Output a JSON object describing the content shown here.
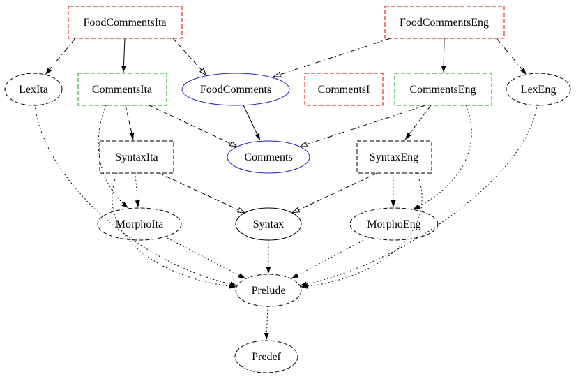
{
  "diagram": {
    "kind": "module-dependency-graph",
    "colors": {
      "red": "#dd0000",
      "green": "#00aa00",
      "blue": "#2020cc",
      "black": "#000000"
    },
    "nodes": {
      "foodCommentsIta": {
        "label": "FoodCommentsIta",
        "shape": "rect",
        "borderStyle": "dashed",
        "borderColor": "#dd0000"
      },
      "foodCommentsEng": {
        "label": "FoodCommentsEng",
        "shape": "rect",
        "borderStyle": "dashed",
        "borderColor": "#dd0000"
      },
      "lexIta": {
        "label": "LexIta",
        "shape": "ellipse",
        "borderStyle": "dashed",
        "borderColor": "#000000"
      },
      "commentsIta": {
        "label": "CommentsIta",
        "shape": "rect",
        "borderStyle": "dashed",
        "borderColor": "#00aa00"
      },
      "foodComments": {
        "label": "FoodComments",
        "shape": "ellipse",
        "borderStyle": "solid",
        "borderColor": "#2020cc"
      },
      "commentsI": {
        "label": "CommentsI",
        "shape": "rect",
        "borderStyle": "dashed",
        "borderColor": "#dd0000"
      },
      "commentsEng": {
        "label": "CommentsEng",
        "shape": "rect",
        "borderStyle": "dashed",
        "borderColor": "#00aa00"
      },
      "lexEng": {
        "label": "LexEng",
        "shape": "ellipse",
        "borderStyle": "dashed",
        "borderColor": "#000000"
      },
      "syntaxIta": {
        "label": "SyntaxIta",
        "shape": "rect",
        "borderStyle": "dashed",
        "borderColor": "#000000"
      },
      "comments": {
        "label": "Comments",
        "shape": "ellipse",
        "borderStyle": "solid",
        "borderColor": "#2020cc"
      },
      "syntaxEng": {
        "label": "SyntaxEng",
        "shape": "rect",
        "borderStyle": "dashed",
        "borderColor": "#000000"
      },
      "morphoIta": {
        "label": "MorphoIta",
        "shape": "ellipse",
        "borderStyle": "dashed",
        "borderColor": "#000000"
      },
      "syntax": {
        "label": "Syntax",
        "shape": "ellipse",
        "borderStyle": "solid",
        "borderColor": "#000000"
      },
      "morphoEng": {
        "label": "MorphoEng",
        "shape": "ellipse",
        "borderStyle": "dashed",
        "borderColor": "#000000"
      },
      "prelude": {
        "label": "Prelude",
        "shape": "ellipse",
        "borderStyle": "dashed",
        "borderColor": "#000000"
      },
      "predef": {
        "label": "Predef",
        "shape": "ellipse",
        "borderStyle": "dashed",
        "borderColor": "#000000"
      }
    },
    "edges": [
      {
        "from": "FoodCommentsIta",
        "to": "CommentsIta",
        "line": "solid",
        "arrowhead": "filled"
      },
      {
        "from": "FoodCommentsIta",
        "to": "FoodComments",
        "line": "dashed",
        "arrowhead": "open"
      },
      {
        "from": "FoodCommentsIta",
        "to": "LexIta",
        "line": "dashdot",
        "arrowhead": "filled"
      },
      {
        "from": "FoodCommentsEng",
        "to": "CommentsEng",
        "line": "solid",
        "arrowhead": "filled"
      },
      {
        "from": "FoodCommentsEng",
        "to": "FoodComments",
        "line": "dashdot",
        "arrowhead": "open"
      },
      {
        "from": "FoodCommentsEng",
        "to": "LexEng",
        "line": "dashdot",
        "arrowhead": "filled"
      },
      {
        "from": "FoodComments",
        "to": "Comments",
        "line": "solid",
        "arrowhead": "filled"
      },
      {
        "from": "CommentsIta",
        "to": "Comments",
        "line": "dashed",
        "arrowhead": "open"
      },
      {
        "from": "CommentsEng",
        "to": "Comments",
        "line": "dashdot",
        "arrowhead": "open"
      },
      {
        "from": "CommentsIta",
        "to": "SyntaxIta",
        "line": "dashed",
        "arrowhead": "filled"
      },
      {
        "from": "CommentsEng",
        "to": "SyntaxEng",
        "line": "dashed",
        "arrowhead": "filled"
      },
      {
        "from": "CommentsIta",
        "to": "MorphoIta",
        "line": "dotted",
        "arrowhead": "filled"
      },
      {
        "from": "CommentsEng",
        "to": "MorphoEng",
        "line": "dotted",
        "arrowhead": "filled"
      },
      {
        "from": "SyntaxIta",
        "to": "MorphoIta",
        "line": "dotted",
        "arrowhead": "filled"
      },
      {
        "from": "SyntaxIta",
        "to": "Syntax",
        "line": "dashed",
        "arrowhead": "open"
      },
      {
        "from": "SyntaxEng",
        "to": "Syntax",
        "line": "dashed",
        "arrowhead": "open"
      },
      {
        "from": "SyntaxEng",
        "to": "MorphoEng",
        "line": "dotted",
        "arrowhead": "filled"
      },
      {
        "from": "LexIta",
        "to": "Prelude",
        "line": "dotted",
        "arrowhead": "filled"
      },
      {
        "from": "LexEng",
        "to": "Prelude",
        "line": "dotted",
        "arrowhead": "filled"
      },
      {
        "from": "SyntaxIta",
        "to": "Prelude",
        "line": "dotted",
        "arrowhead": "filled"
      },
      {
        "from": "SyntaxEng",
        "to": "Prelude",
        "line": "dotted",
        "arrowhead": "filled"
      },
      {
        "from": "MorphoIta",
        "to": "Prelude",
        "line": "dotted",
        "arrowhead": "filled"
      },
      {
        "from": "MorphoEng",
        "to": "Prelude",
        "line": "dotted",
        "arrowhead": "filled"
      },
      {
        "from": "Syntax",
        "to": "Prelude",
        "line": "dotted",
        "arrowhead": "filled"
      },
      {
        "from": "Prelude",
        "to": "Predef",
        "line": "dotted",
        "arrowhead": "filled"
      }
    ]
  }
}
